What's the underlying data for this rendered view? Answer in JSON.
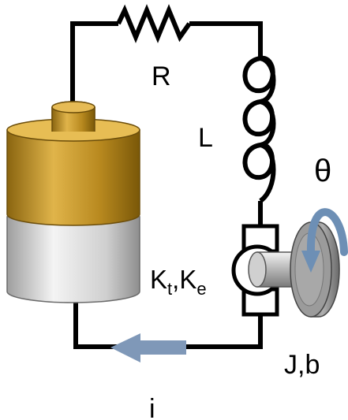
{
  "labels": {
    "resistance": "R",
    "inductance": "L",
    "angle": "θ",
    "motor_constants": {
      "K": "K",
      "t": "t",
      "sep": ",",
      "K2": "K",
      "e": "e"
    },
    "inertia_friction": "J,b",
    "current": "i"
  },
  "colors": {
    "wire": "#000000",
    "battery_top": "#c8962a",
    "battery_bottom": "#d8d8d8",
    "current_arrow": "#7f98b8",
    "rotation_arrow": "#6d8fb5",
    "rotor": "#9a9a9a"
  }
}
